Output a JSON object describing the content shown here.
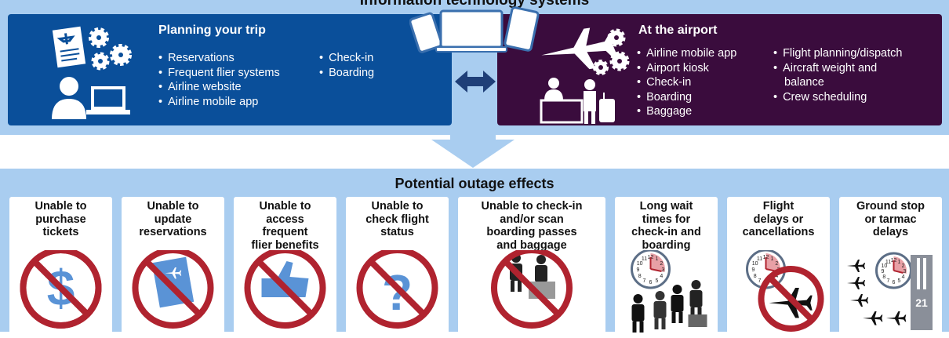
{
  "header": {
    "title": "Information technology systems"
  },
  "planning": {
    "title": "Planning your trip",
    "col1": [
      "Reservations",
      "Frequent flier systems",
      "Airline website",
      "Airline mobile app"
    ],
    "col2": [
      "Check-in",
      "Boarding"
    ]
  },
  "airport": {
    "title": "At the airport",
    "col1": [
      "Airline mobile app",
      "Airport kiosk",
      "Check-in",
      "Boarding",
      "Baggage"
    ],
    "col2": [
      "Flight planning/dispatch",
      "Aircraft weight and",
      "balance",
      "Crew scheduling"
    ]
  },
  "effects": {
    "title": "Potential outage effects",
    "cards": [
      {
        "lines": [
          "Unable to",
          "purchase",
          "tickets"
        ]
      },
      {
        "lines": [
          "Unable to",
          "update",
          "reservations"
        ]
      },
      {
        "lines": [
          "Unable to",
          "access",
          "frequent",
          "flier benefits"
        ]
      },
      {
        "lines": [
          "Unable to",
          "check flight",
          "status"
        ]
      },
      {
        "lines": [
          "Unable to check-in",
          "and/or scan",
          "boarding passes",
          "and baggage"
        ]
      },
      {
        "lines": [
          "Long wait",
          "times for",
          "check-in and",
          "boarding"
        ]
      },
      {
        "lines": [
          "Flight",
          "delays or",
          "cancellations"
        ]
      },
      {
        "lines": [
          "Ground stop",
          "or tarmac",
          "delays"
        ]
      }
    ]
  },
  "runway_number": "21",
  "colors": {
    "band": "#a9cdf0",
    "panel_blue": "#0a4f9a",
    "panel_purple": "#3a0c3d",
    "prohibit_red": "#b0232f",
    "icon_blue": "#5a93d6"
  }
}
